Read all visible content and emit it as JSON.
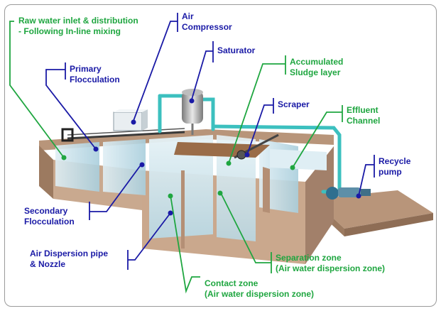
{
  "labels": {
    "raw_water_line1": "Raw water inlet & distribution",
    "raw_water_line2": "- Following In-line mixing",
    "air_compressor_line1": "Air",
    "air_compressor_line2": "Compressor",
    "saturator": "Saturator",
    "primary_line1": "Primary",
    "primary_line2": "Flocculation",
    "accumulated_line1": "Accumulated",
    "accumulated_line2": "Sludge layer",
    "scraper": "Scraper",
    "effluent_line1": "Effluent",
    "effluent_line2": "Channel",
    "recycle_line1": "Recycle",
    "recycle_line2": "pump",
    "secondary_line1": "Secondary",
    "secondary_line2": "Flocculation",
    "air_dispersion_line1": "Air Dispersion pipe",
    "air_dispersion_line2": "& Nozzle",
    "separation_line1": "Separation zone",
    "separation_line2": "(Air water dispersion zone)",
    "contact_line1": "Contact zone",
    "contact_line2": "(Air water dispersion zone)"
  },
  "colors": {
    "label_blue": "#1a1aa6",
    "label_green": "#1fa640",
    "concrete": "#b8957a",
    "concrete_dark": "#8e6d55",
    "water": "#cfe5ee",
    "pipe": "#3cc0bf"
  }
}
